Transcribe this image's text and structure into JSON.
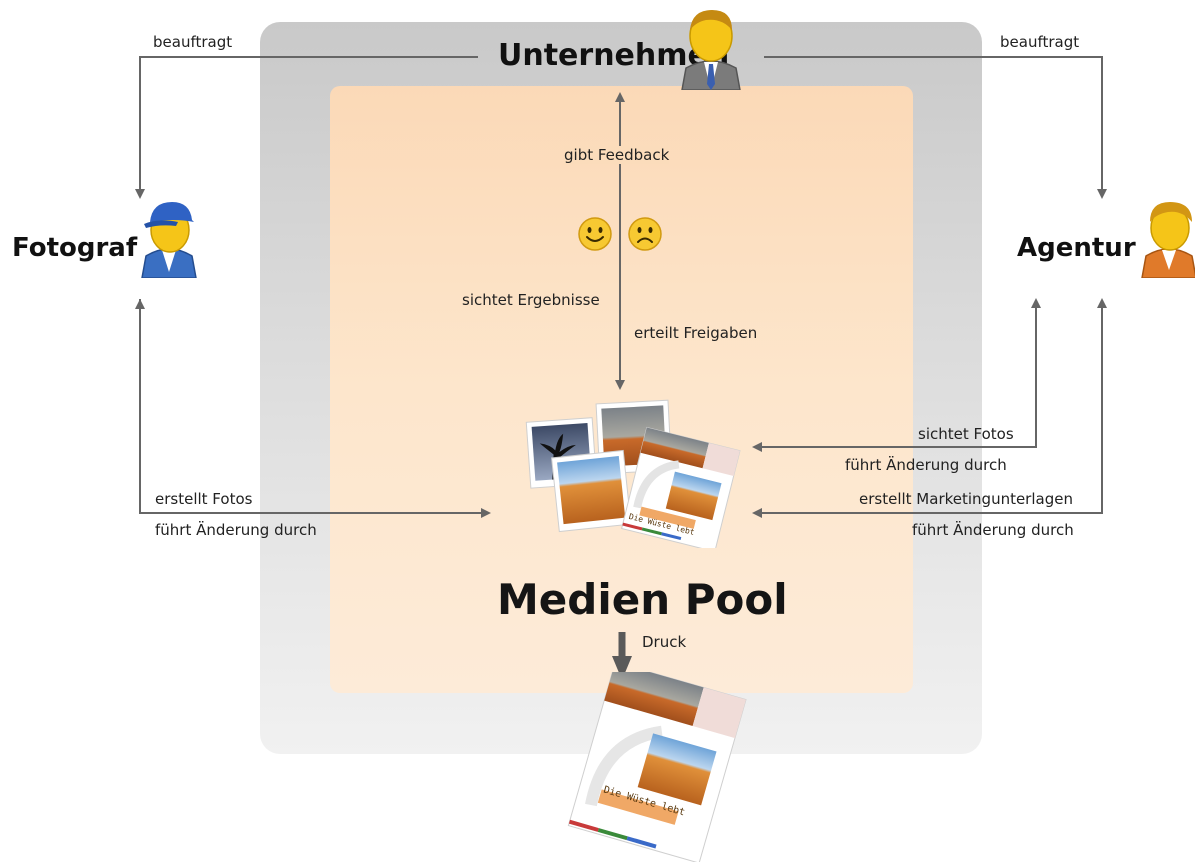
{
  "actors": {
    "company": "Unternehmen",
    "photographer": "Fotograf",
    "agency": "Agentur"
  },
  "center": {
    "title": "Medien Pool",
    "print_label": "Druck",
    "brochure_caption": "Die Wüste lebt"
  },
  "edges": {
    "company_to_photographer": "beauftragt",
    "company_to_agency": "beauftragt",
    "feedback": "gibt Feedback",
    "reviews_results": "sichtet Ergebnisse",
    "grants_approval": "erteilt Freigaben",
    "photographer_creates": "erstellt Fotos",
    "photographer_changes": "führt Änderung durch",
    "agency_reviews": "sichtet Fotos",
    "agency_changes_1": "führt Änderung durch",
    "agency_creates": "erstellt Marketingunterlagen",
    "agency_changes_2": "führt Änderung durch"
  },
  "colors": {
    "outer_box": "#d4d4d4",
    "inner_box": "#fde2c4",
    "arrow": "#666666",
    "person_skin": "#f5c518",
    "photographer_shirt": "#3a6fc2",
    "agency_shirt": "#e07a2a",
    "company_suit": "#777777"
  },
  "icons": [
    "happy-smiley-icon",
    "sad-smiley-icon",
    "photographer-person-icon",
    "company-person-icon",
    "agency-person-icon",
    "photos-stack-icon",
    "brochure-icon"
  ]
}
